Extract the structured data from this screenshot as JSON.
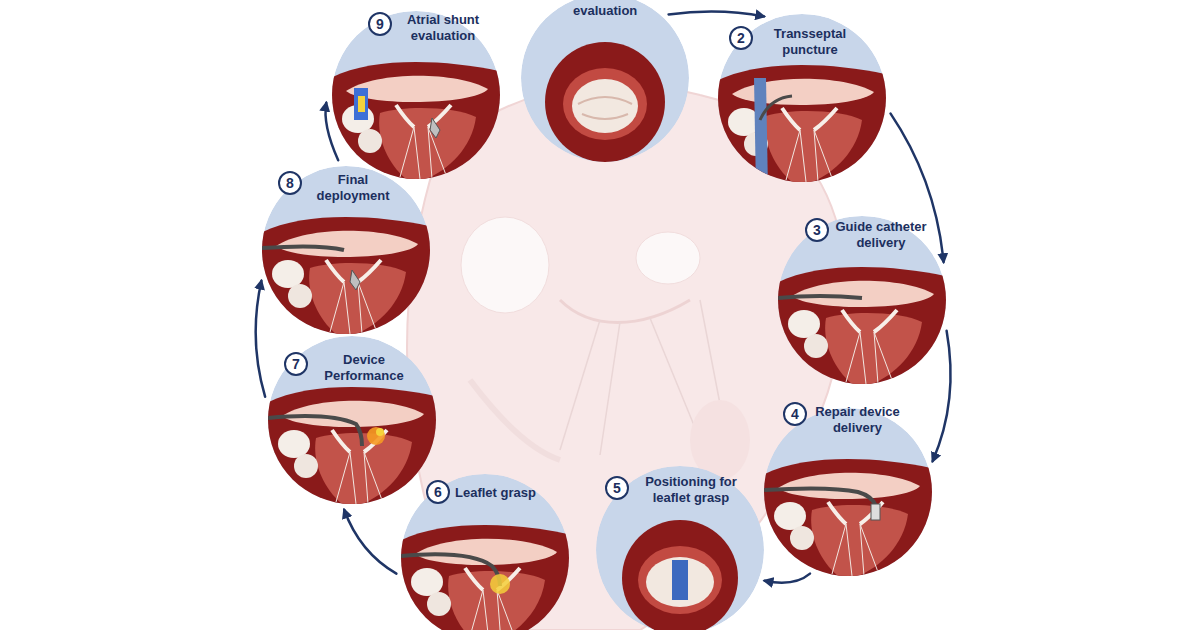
{
  "diagram": {
    "nodes": [
      {
        "text": [
          "evaluation"
        ]
      },
      {
        "text": [
          "Transseptal puncture"
        ]
      },
      {
        "text": [
          "2"
        ],
        "in": 1
      },
      {
        "text": [
          "Guide catheter delivery"
        ]
      },
      {
        "text": [
          "3"
        ],
        "in": 3
      },
      {
        "text": [
          "Repair device delivery"
        ]
      },
      {
        "text": [
          "4"
        ],
        "in": 5
      },
      {
        "text": [
          "Positioning for leaflet grasp"
        ]
      },
      {
        "text": [
          "5"
        ],
        "in": 7
      },
      {
        "text": [
          "Leaflet grasp"
        ]
      },
      {
        "text": [
          "6"
        ],
        "in": 9
      },
      {
        "text": [
          "Device Performance"
        ]
      },
      {
        "text": [
          "7"
        ],
        "in": 11
      },
      {
        "text": [
          "Final deployment"
        ]
      },
      {
        "text": [
          "8"
        ],
        "in": 13
      },
      {
        "text": [
          "Atrial shunt evaluation"
        ]
      },
      {
        "text": [
          "9"
        ],
        "in": 15
      }
    ],
    "edges": [
      {
        "from": 0,
        "to": 1,
        "arrow": "to"
      },
      {
        "from": 1,
        "to": 3,
        "arrow": "to"
      },
      {
        "from": 3,
        "to": 5,
        "arrow": "to"
      },
      {
        "from": 5,
        "to": 7,
        "arrow": "to"
      },
      {
        "from": 9,
        "to": 11,
        "arrow": "to"
      },
      {
        "from": 11,
        "to": 13,
        "arrow": "to"
      },
      {
        "from": 13,
        "to": 15,
        "arrow": "to"
      }
    ]
  }
}
